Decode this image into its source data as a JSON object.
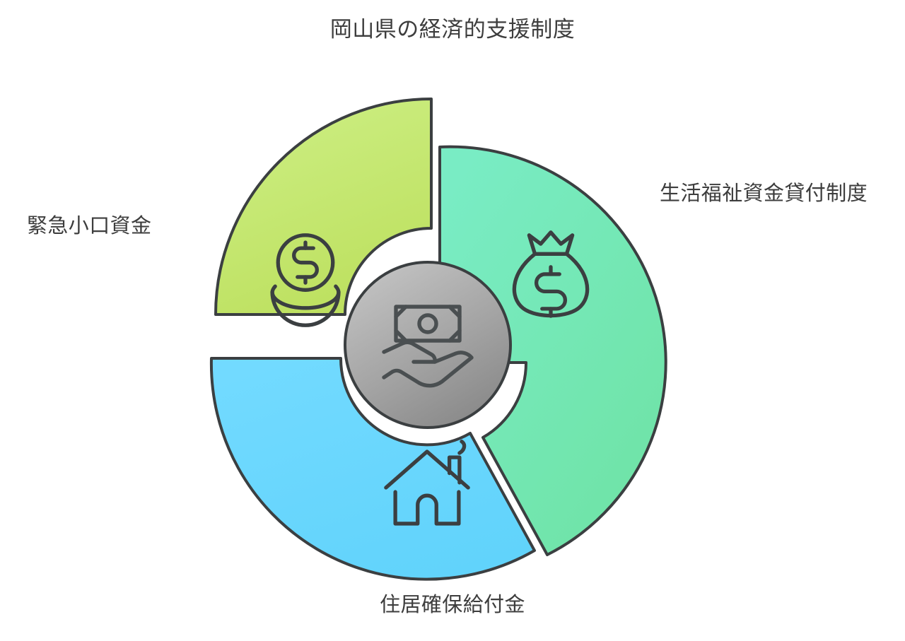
{
  "diagram": {
    "title": "岡山県の経済的支援制度",
    "type": "three-segment-radial-wheel",
    "background_color": "#ffffff",
    "text_color": "#3d3d3d",
    "outline_color": "#3b3f41",
    "hub": {
      "name": "center-hub",
      "icon": "money-in-hand-icon",
      "fill_start": "#bcbcbc",
      "fill_end": "#8e8e8e"
    },
    "segments": [
      {
        "id": "left",
        "label": "緊急小口資金",
        "icon": "coin-in-bowl-icon",
        "color_start": "#cdef84",
        "color_end": "#bde05f",
        "position": "upper-left"
      },
      {
        "id": "right",
        "label": "生活福祉資金貸付制度",
        "label_lines": [
          "生活福祉資金貸付",
          "制度"
        ],
        "icon": "money-bag-icon",
        "color_start": "#76e8c0",
        "color_end": "#6fe3a8",
        "position": "right"
      },
      {
        "id": "bottom",
        "label": "住居確保給付金",
        "icon": "house-icon",
        "color_start": "#6fd8fb",
        "color_end": "#63d4fb",
        "position": "bottom-left"
      }
    ]
  }
}
